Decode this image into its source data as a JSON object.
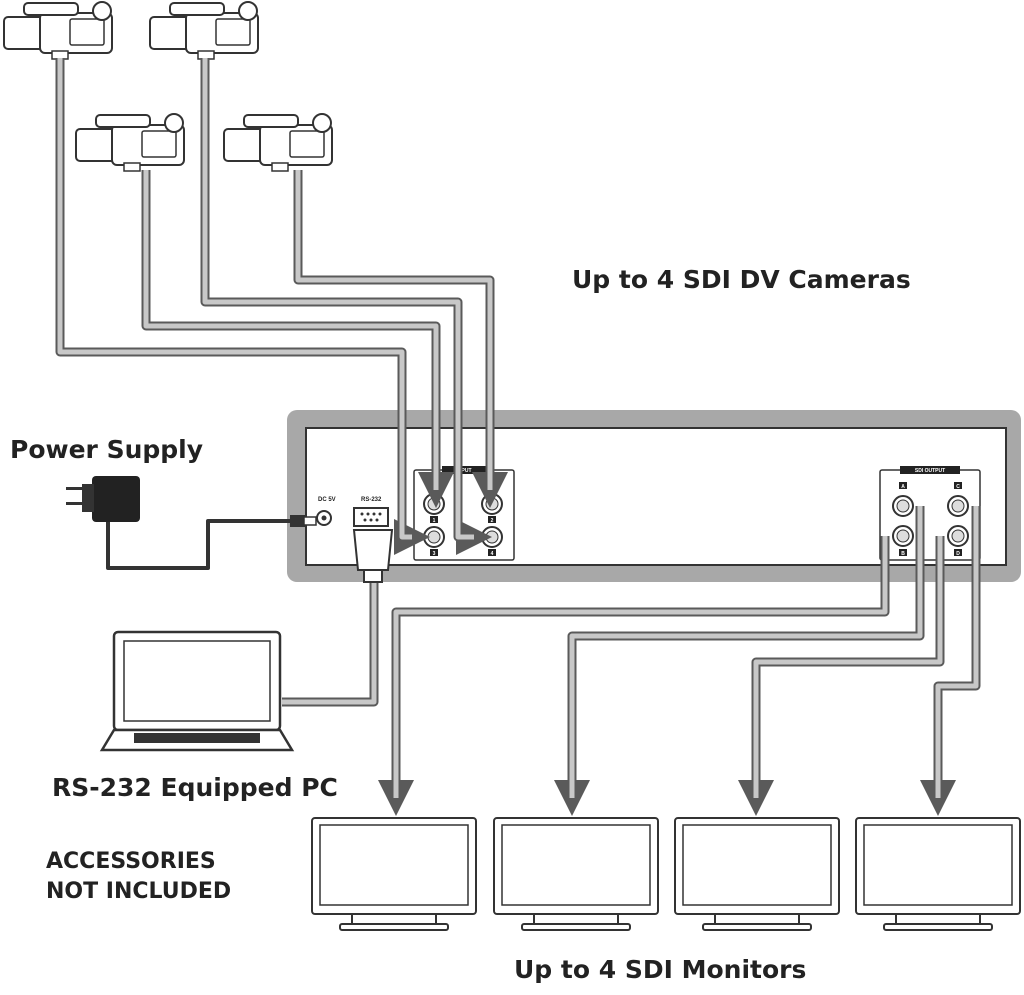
{
  "labels": {
    "cameras": "Up to 4 SDI DV Cameras",
    "power_supply": "Power Supply",
    "pc": "RS-232 Equipped PC",
    "accessories_line1": "ACCESSORIES",
    "accessories_line2": "NOT INCLUDED",
    "monitors": "Up to 4 SDI Monitors"
  },
  "device": {
    "input_panel_label": "INPUT",
    "output_panel_label": "SDI OUTPUT",
    "dc_label": "DC 5V",
    "rs232_label": "RS-232",
    "input_ports": [
      "1",
      "2",
      "3",
      "4"
    ],
    "output_ports": [
      "A",
      "B",
      "C",
      "D"
    ]
  }
}
